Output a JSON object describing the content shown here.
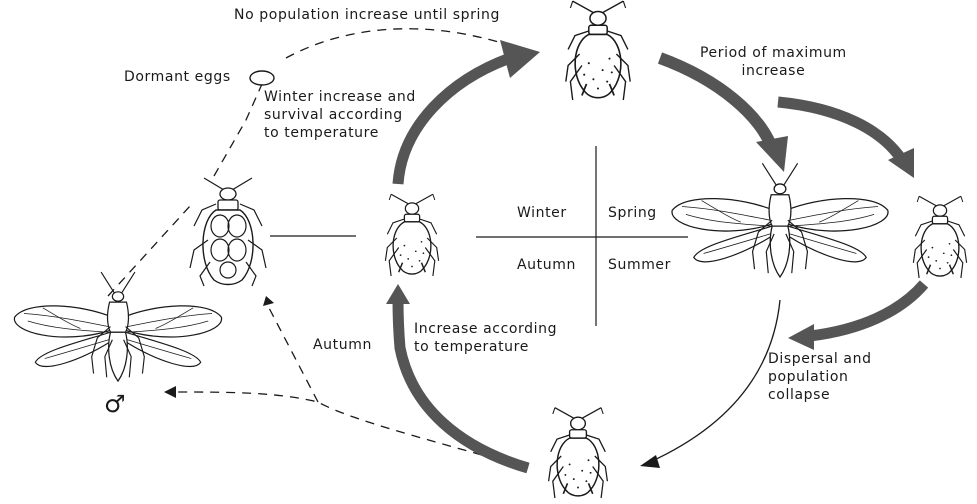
{
  "labels": {
    "no_increase": "No population increase until spring",
    "period_max": "Period of maximum\nincrease",
    "dormant_eggs": "Dormant eggs",
    "winter_increase": "Winter increase and\nsurvival according\nto temperature",
    "winter": "Winter",
    "spring": "Spring",
    "autumn_q": "Autumn",
    "summer": "Summer",
    "autumn_side": "Autumn",
    "increase_temp": "Increase according\nto temperature",
    "dispersal": "Dispersal and\npopulation\ncollapse",
    "male_symbol": "♂"
  },
  "colors": {
    "ink": "#1a1a1a",
    "arrow_fill": "#555555"
  },
  "icons": [
    "wingless-aphid",
    "winged-aphid",
    "egg-laying-female",
    "winged-male",
    "egg"
  ]
}
